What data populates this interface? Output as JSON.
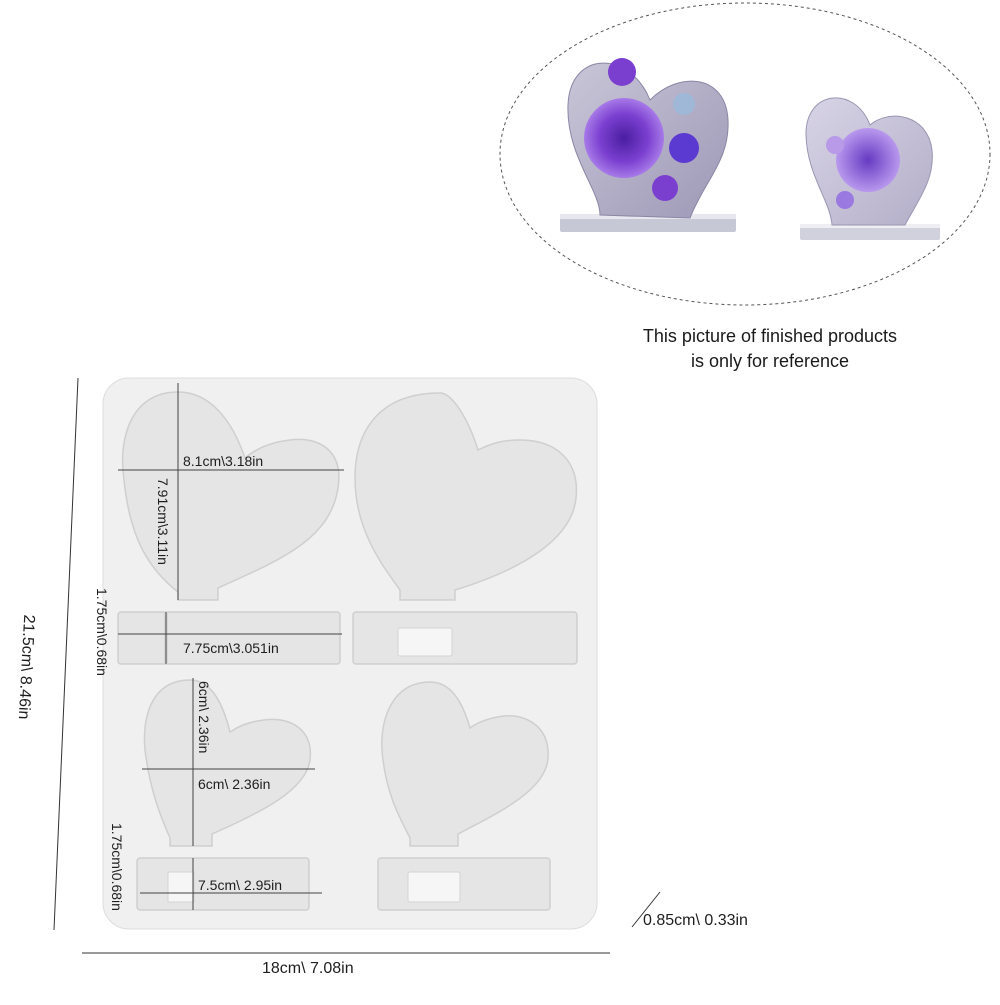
{
  "reference_note": {
    "line1": "This  picture of  finished products",
    "line2": "is only for  reference"
  },
  "dimensions": {
    "large_heart_width": "8.1cm\\3.18in",
    "large_heart_height": "7.91cm\\3.11in",
    "large_base_length": "7.75cm\\3.051in",
    "large_base_height": "1.75cm\\0.68in",
    "small_heart_height": "6cm\\ 2.36in",
    "small_heart_width": "6cm\\ 2.36in",
    "small_base_height": "1.75cm\\0.68in",
    "small_base_length": "7.5cm\\ 2.95in",
    "mold_height": "21.5cm\\ 8.46in",
    "mold_width": "18cm\\ 7.08in",
    "mold_thickness": "0.85cm\\ 0.33in"
  },
  "colors": {
    "mold": "#f0f0f0",
    "cavity": "#e4e4e4",
    "resin_purple": "#7b3fd0",
    "dashed_ellipse": "#555555"
  }
}
